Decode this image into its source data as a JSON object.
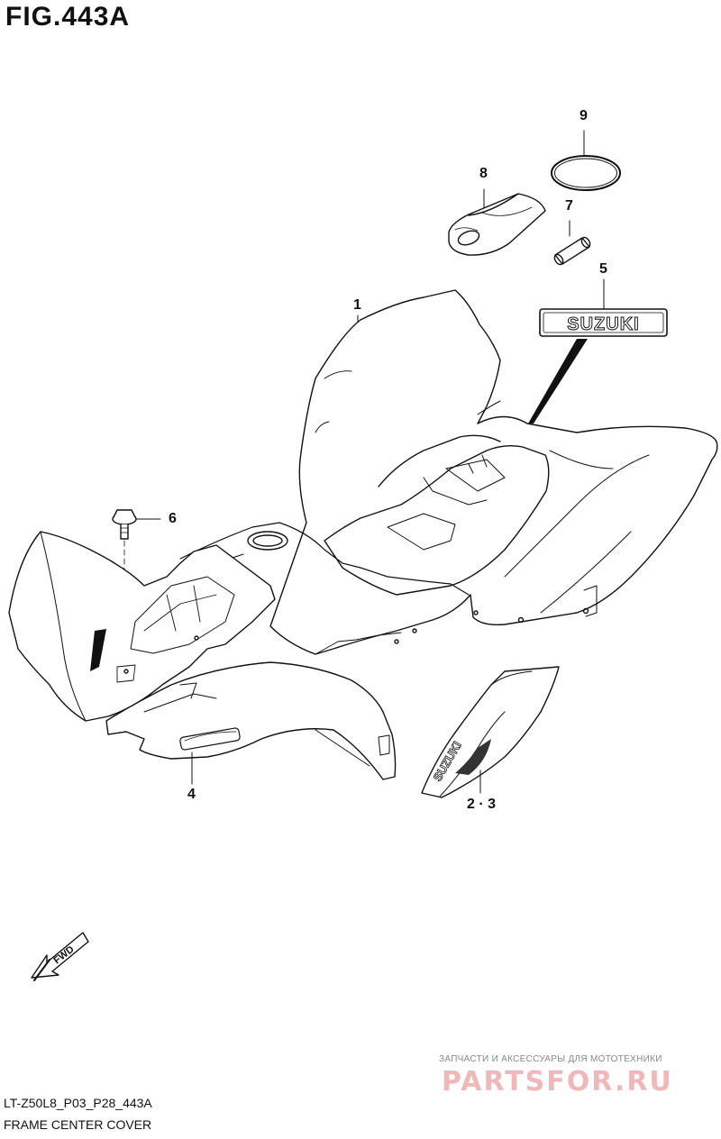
{
  "figure": {
    "title": "FIG.443A"
  },
  "parts": [
    {
      "ref": "1",
      "label": "1"
    },
    {
      "ref": "2-3",
      "label": "2 · 3"
    },
    {
      "ref": "4",
      "label": "4"
    },
    {
      "ref": "5",
      "label": "5"
    },
    {
      "ref": "6",
      "label": "6"
    },
    {
      "ref": "7",
      "label": "7"
    },
    {
      "ref": "8",
      "label": "8"
    },
    {
      "ref": "9",
      "label": "9"
    }
  ],
  "emblem_text": "SUZUKI",
  "decal_text": "SUZUKI",
  "fwd_arrow_text": "FWD",
  "watermark": {
    "subtitle": "ЗАПЧАСТИ И АКСЕССУАРЫ ДЛЯ МОТОТЕХНИКИ",
    "brand": "PARTSFOR.RU"
  },
  "footer": {
    "code": "LT-Z50L8_P03_P28_443A",
    "caption": "FRAME CENTER COVER"
  }
}
